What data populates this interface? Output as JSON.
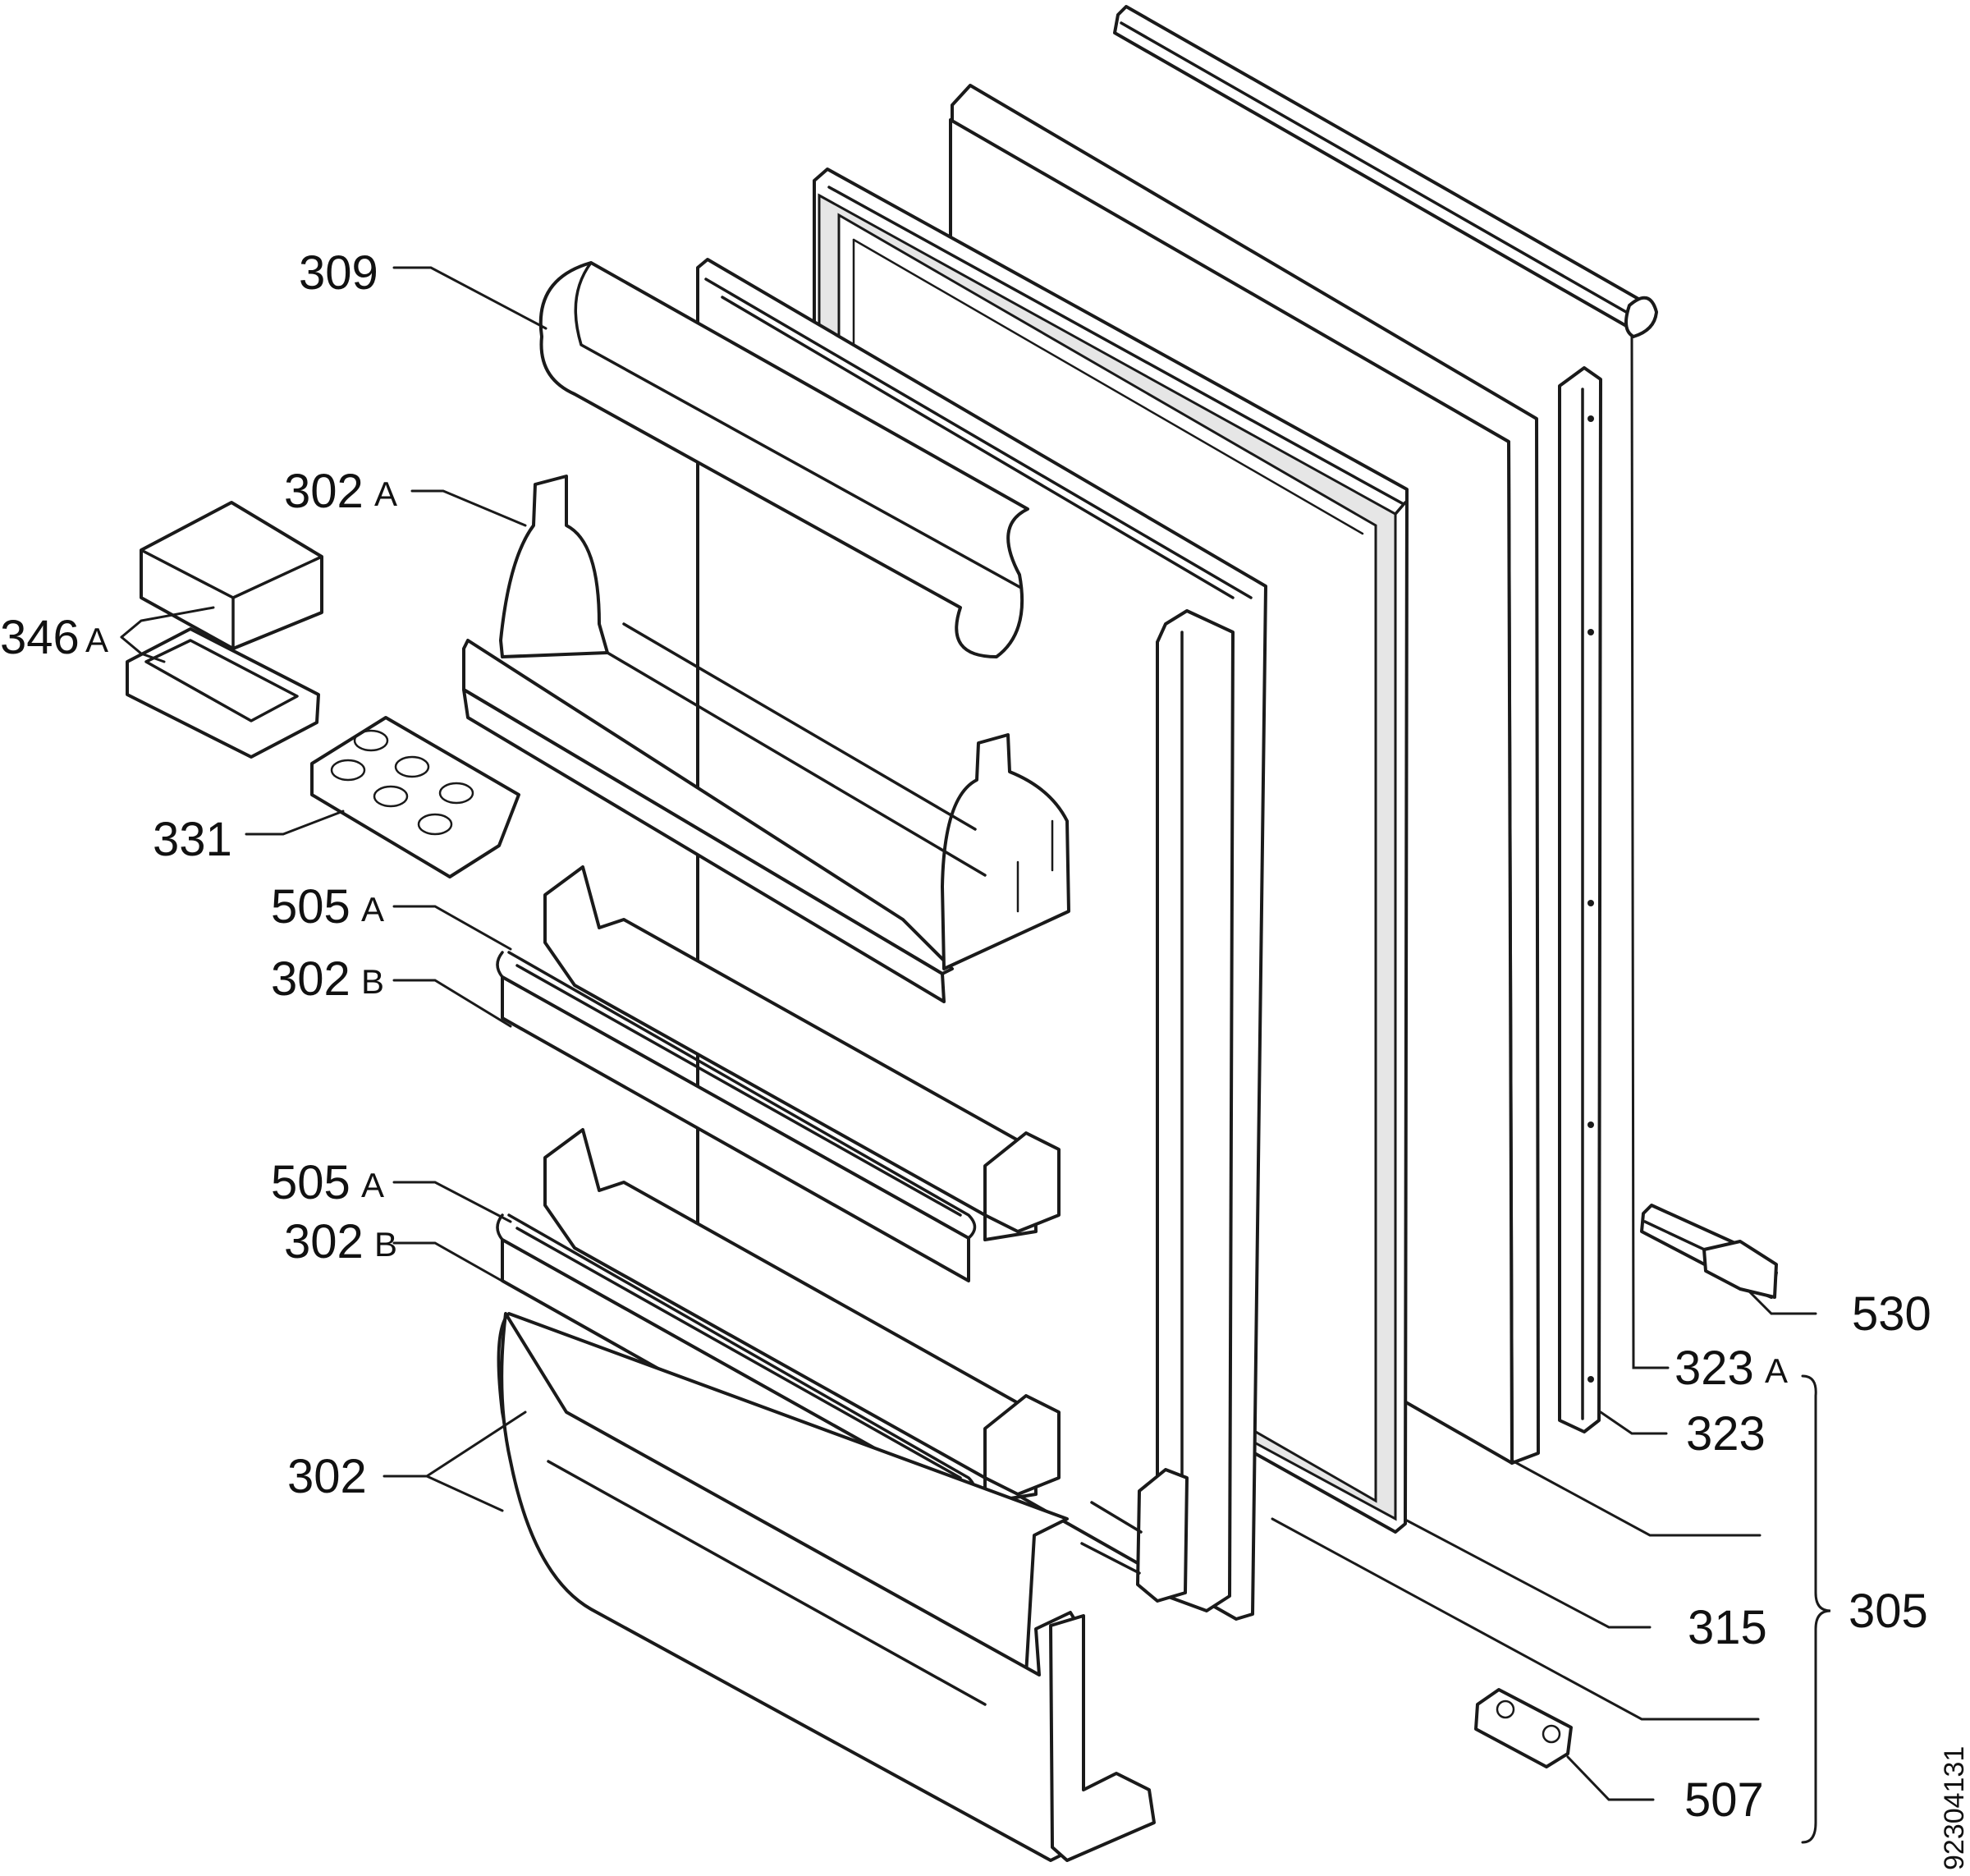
{
  "callouts": [
    {
      "id": "309",
      "num": "309",
      "suffix": ""
    },
    {
      "id": "302a",
      "num": "302",
      "suffix": "A"
    },
    {
      "id": "346a",
      "num": "346",
      "suffix": "A"
    },
    {
      "id": "331",
      "num": "331",
      "suffix": ""
    },
    {
      "id": "505a-1",
      "num": "505",
      "suffix": "A"
    },
    {
      "id": "302b-1",
      "num": "302",
      "suffix": "B"
    },
    {
      "id": "505a-2",
      "num": "505",
      "suffix": "A"
    },
    {
      "id": "302b-2",
      "num": "302",
      "suffix": "B"
    },
    {
      "id": "302",
      "num": "302",
      "suffix": ""
    },
    {
      "id": "530",
      "num": "530",
      "suffix": ""
    },
    {
      "id": "323a",
      "num": "323",
      "suffix": "A"
    },
    {
      "id": "323",
      "num": "323",
      "suffix": ""
    },
    {
      "id": "305",
      "num": "305",
      "suffix": ""
    },
    {
      "id": "315",
      "num": "315",
      "suffix": ""
    },
    {
      "id": "507",
      "num": "507",
      "suffix": ""
    }
  ],
  "document_number": "92304131"
}
